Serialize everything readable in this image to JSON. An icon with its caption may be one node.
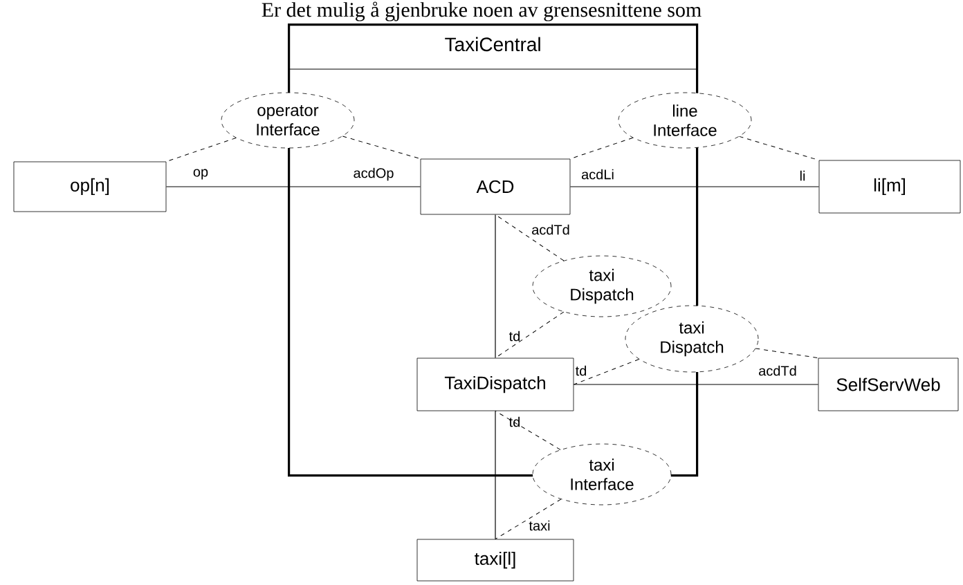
{
  "diagram": {
    "title": "Er det mulig å gjenbruke noen av grensesnittene som",
    "nodes": [
      {
        "text": [
          "TaxiCentral"
        ]
      },
      {
        "text": [
          "operator Interface"
        ]
      },
      {
        "text": [
          "line Interface"
        ]
      },
      {
        "text": [
          "op[n]"
        ]
      },
      {
        "text": [
          "ACD"
        ],
        "in": 0
      },
      {
        "text": [
          "li[m]"
        ]
      },
      {
        "text": [
          "taxi Dispatch"
        ],
        "in": 0
      },
      {
        "text": [
          "taxi Dispatch"
        ]
      },
      {
        "text": [
          "TaxiDispatch"
        ],
        "in": 0
      },
      {
        "text": [
          "SelfServWeb"
        ]
      },
      {
        "text": [
          "taxi Interface"
        ]
      },
      {
        "text": [
          "taxi[l]"
        ]
      }
    ],
    "edges": [
      {
        "from": 1,
        "to": 3,
        "arrow": "none",
        "label": "op",
        "style": "dashed"
      },
      {
        "from": 1,
        "to": 4,
        "arrow": "none",
        "label": "acdOp",
        "style": "dashed"
      },
      {
        "from": 3,
        "to": 4,
        "arrow": "none"
      },
      {
        "from": 2,
        "to": 4,
        "arrow": "none",
        "label": "acdLi",
        "style": "dashed"
      },
      {
        "from": 2,
        "to": 5,
        "arrow": "none",
        "label": "li",
        "style": "dashed"
      },
      {
        "from": 4,
        "to": 5,
        "arrow": "none"
      },
      {
        "from": 6,
        "to": 4,
        "arrow": "none",
        "label": "acdTd",
        "style": "dashed"
      },
      {
        "from": 6,
        "to": 8,
        "arrow": "none",
        "label": "td",
        "style": "dashed"
      },
      {
        "from": 4,
        "to": 8,
        "arrow": "none"
      },
      {
        "from": 7,
        "to": 8,
        "arrow": "none",
        "label": "td",
        "style": "dashed"
      },
      {
        "from": 7,
        "to": 9,
        "arrow": "none",
        "label": "acdTd",
        "style": "dashed"
      },
      {
        "from": 8,
        "to": 9,
        "arrow": "none"
      },
      {
        "from": 10,
        "to": 8,
        "arrow": "none",
        "label": "td",
        "style": "dashed"
      },
      {
        "from": 10,
        "to": 11,
        "arrow": "none",
        "label": "taxi",
        "style": "dashed"
      },
      {
        "from": 8,
        "to": 11,
        "arrow": "none"
      }
    ]
  }
}
